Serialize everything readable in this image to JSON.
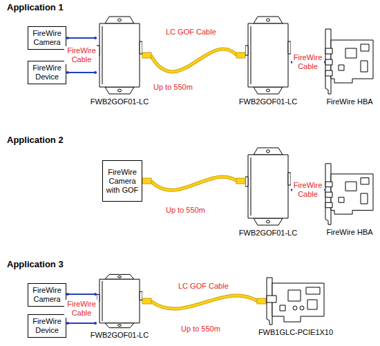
{
  "diagram": {
    "nodes": [
      {
        "text": [
          "FireWire Camera"
        ]
      },
      {
        "text": [
          "FireWire Device"
        ]
      },
      {
        "text": [
          "FWB2GOF01-LC"
        ]
      },
      {
        "text": [
          "FWB2GOF01-LC"
        ]
      },
      {
        "text": [
          "FireWire HBA"
        ]
      },
      {
        "text": [
          "FireWire Camera with GOF"
        ]
      },
      {
        "text": [
          "FWB2GOF01-LC"
        ]
      },
      {
        "text": [
          "FireWire HBA"
        ]
      },
      {
        "text": [
          "FireWire Camera"
        ]
      },
      {
        "text": [
          "FireWire Device"
        ]
      },
      {
        "text": [
          "FWB2GOF01-LC"
        ]
      },
      {
        "text": [
          "FWB1GLC-PCIE1X10"
        ]
      }
    ],
    "edges": [
      {
        "from": 0,
        "to": 2,
        "arrow": "none"
      },
      {
        "from": 1,
        "to": 2,
        "arrow": "none"
      },
      {
        "from": 2,
        "to": 3,
        "label": "LC GOF Cable",
        "arrow": "none"
      },
      {
        "from": 3,
        "to": 4,
        "label": "FireWire Cable",
        "arrow": "none"
      },
      {
        "from": 5,
        "to": 6,
        "arrow": "none"
      },
      {
        "from": 6,
        "to": 7,
        "label": "FireWire Cable",
        "arrow": "none"
      },
      {
        "from": 8,
        "to": 10,
        "arrow": "none"
      },
      {
        "from": 9,
        "to": 10,
        "arrow": "none"
      },
      {
        "from": 10,
        "to": 11,
        "label": "LC GOF Cable",
        "arrow": "none"
      }
    ],
    "labels": [
      "Application 1",
      "FireWire Cable",
      "Up to 550m",
      "Application 2",
      "Up to 550m",
      "Application 3",
      "FireWire Cable",
      "Up to 550m"
    ]
  }
}
